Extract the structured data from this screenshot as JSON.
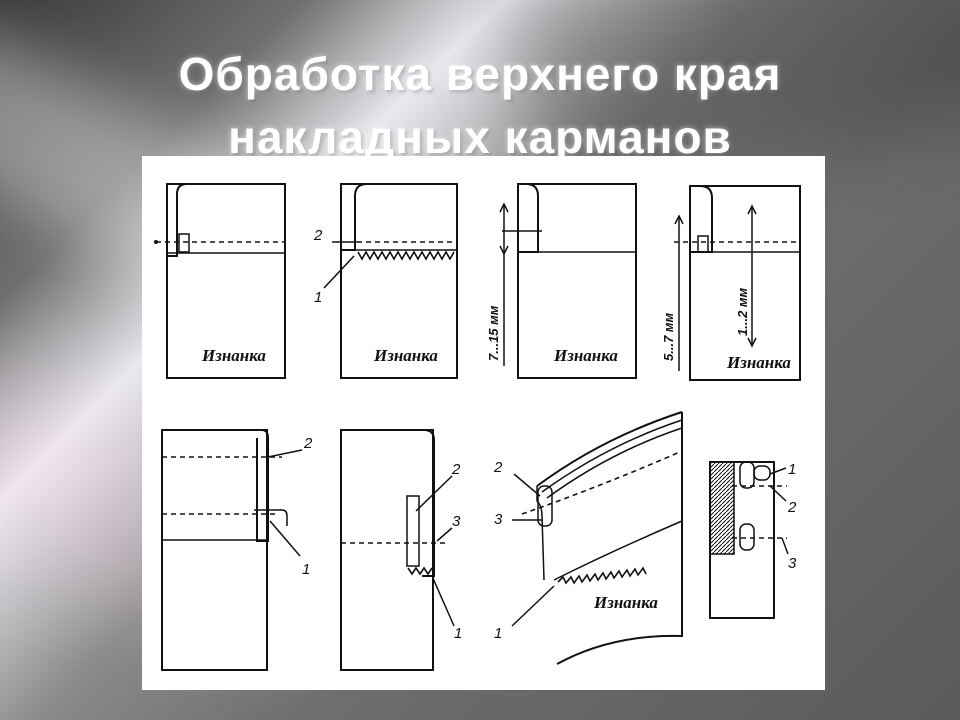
{
  "slide": {
    "title_line1": "Обработка верхнего края",
    "title_line2": "накладных карманов"
  },
  "diagram": {
    "wrong_side_label": "Изнанка",
    "callout_1": "1",
    "callout_2": "2",
    "callout_3": "3",
    "dimension_fold": "7...15 мм",
    "dimension_edge": "5...7 мм",
    "dimension_stitch": "1...2 мм"
  }
}
